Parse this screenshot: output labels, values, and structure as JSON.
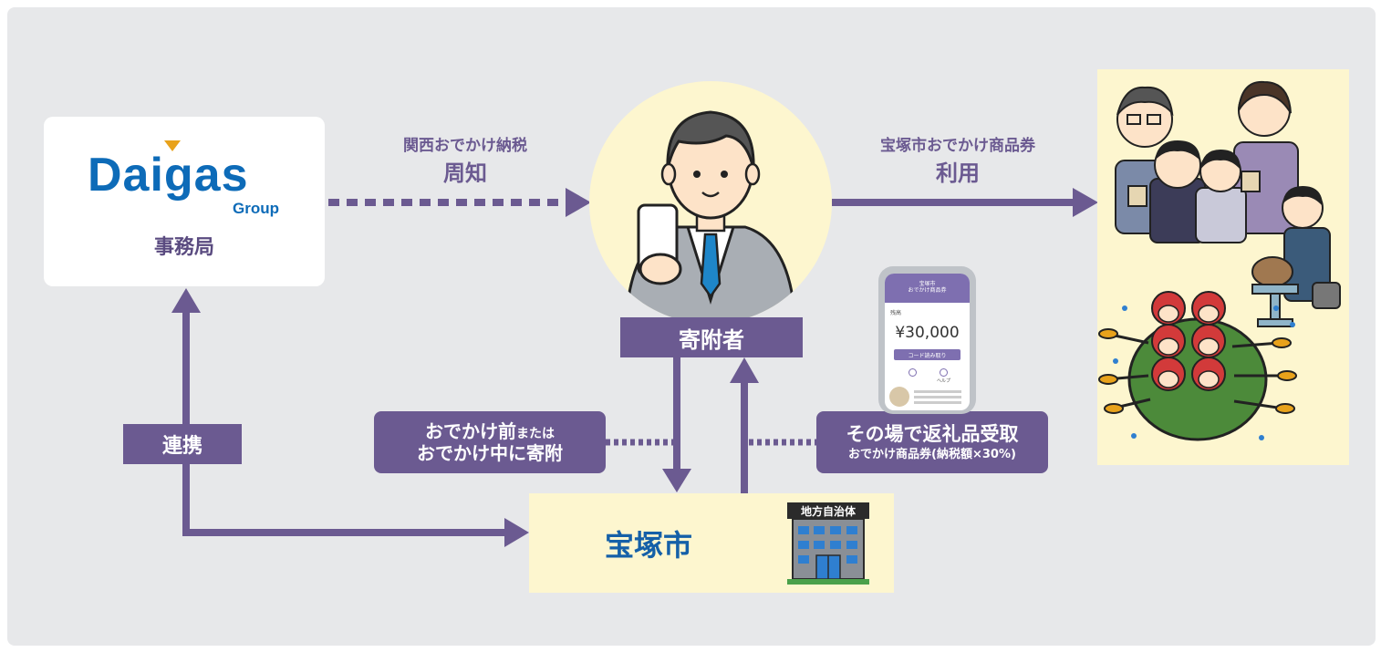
{
  "colors": {
    "panel": "#e7e8ea",
    "purple": "#6b5a91",
    "cream": "#fdf6cf",
    "daigas_blue": "#0d6bb8",
    "city_blue": "#1560a8"
  },
  "daigas": {
    "logo_text": "Daigas",
    "logo_sub": "Group",
    "label": "事務局"
  },
  "notice": {
    "top": "関西おでかけ納税",
    "main": "周知"
  },
  "use": {
    "top": "宝塚市おでかけ商品券",
    "main": "利用"
  },
  "donor": {
    "label": "寄附者"
  },
  "cooperation": {
    "label": "連携"
  },
  "donate_when": {
    "line1_a": "おでかけ前",
    "line1_b": "または",
    "line2": "おでかけ中に寄附"
  },
  "receive": {
    "line1": "その場で返礼品受取",
    "line2": "おでかけ商品券(納税額×30%)"
  },
  "city": {
    "name": "宝塚市",
    "building_sign": "地方自治体"
  },
  "phone": {
    "header_line1": "宝塚市",
    "header_line2": "おでかけ商品券",
    "balance_label": "残高",
    "amount": "¥30,000",
    "read_button": "コード読み取り",
    "help_label": "ヘルプ"
  }
}
